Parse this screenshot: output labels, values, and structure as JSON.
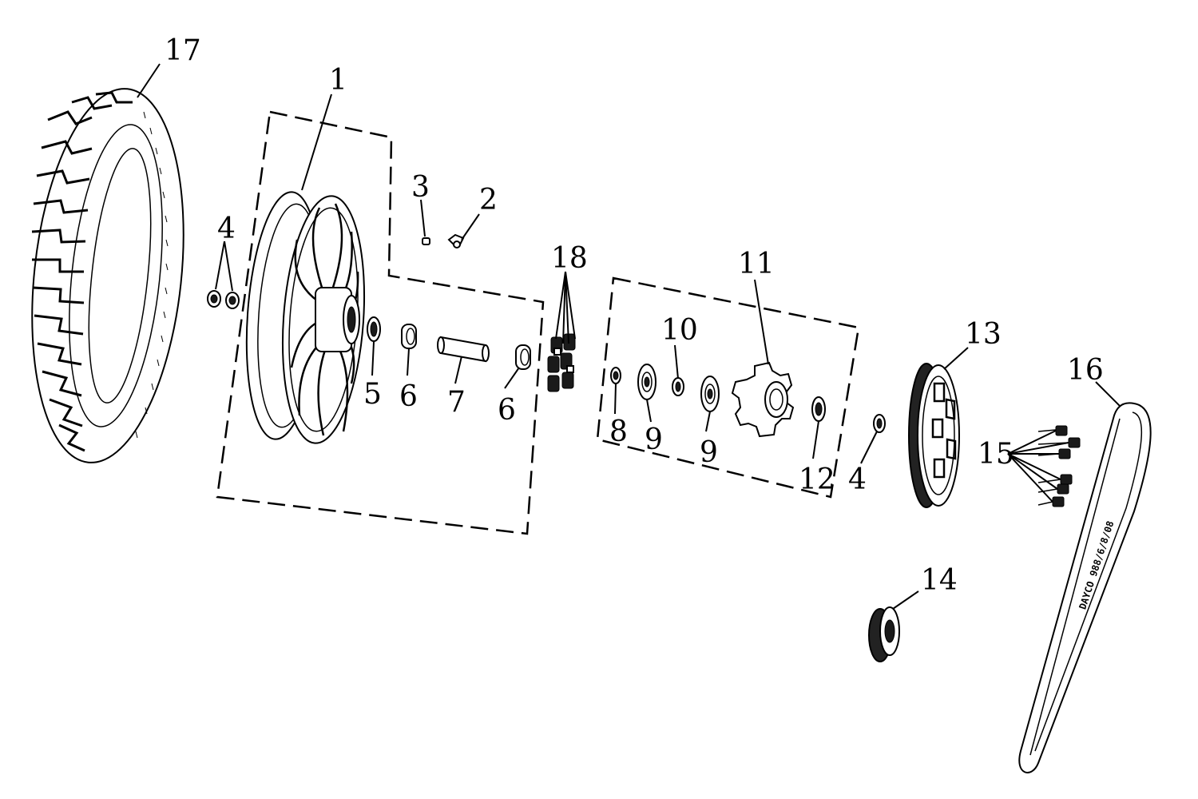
{
  "diagram": {
    "callouts": {
      "p1": "1",
      "p2": "2",
      "p3": "3",
      "p4a": "4",
      "p4b": "4",
      "p5": "5",
      "p6a": "6",
      "p6b": "6",
      "p7": "7",
      "p8": "8",
      "p9a": "9",
      "p9b": "9",
      "p10": "10",
      "p11": "11",
      "p12": "12",
      "p13": "13",
      "p14": "14",
      "p15": "15",
      "p16": "16",
      "p17": "17",
      "p18": "18"
    },
    "belt_marking": "DAYCO 988/6/8/08"
  }
}
